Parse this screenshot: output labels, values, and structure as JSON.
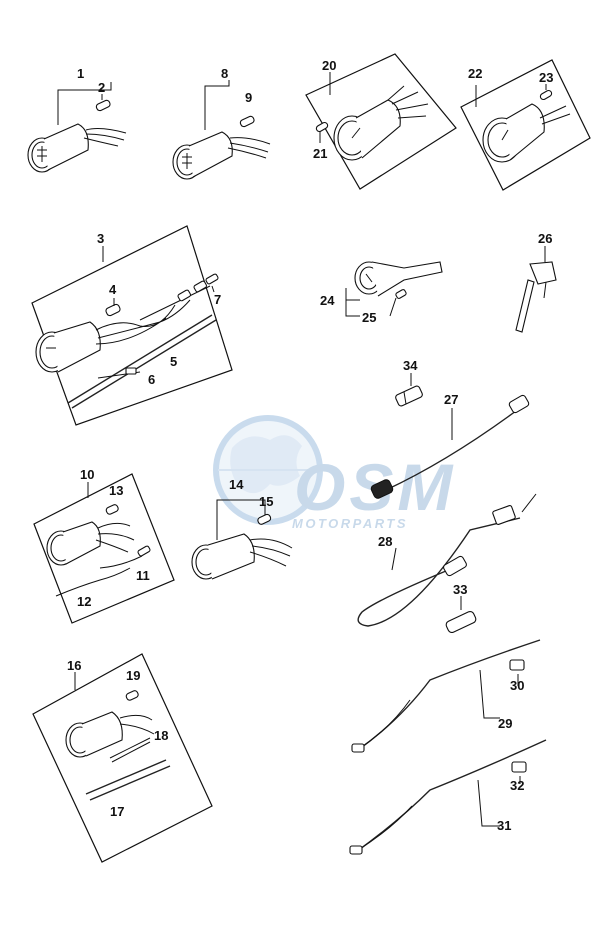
{
  "labels": {
    "p1": "1",
    "p2": "2",
    "p3": "3",
    "p4": "4",
    "p5": "5",
    "p6": "6",
    "p7": "7",
    "p8": "8",
    "p9": "9",
    "p10": "10",
    "p11": "11",
    "p12": "12",
    "p13": "13",
    "p14": "14",
    "p15": "15",
    "p16": "16",
    "p17": "17",
    "p18": "18",
    "p19": "19",
    "p20": "20",
    "p21": "21",
    "p22": "22",
    "p23": "23",
    "p24": "24",
    "p25": "25",
    "p26": "26",
    "p27": "27",
    "p28": "28",
    "p29": "29",
    "p30": "30",
    "p31": "31",
    "p32": "32",
    "p33": "33",
    "p34": "34"
  },
  "watermark": {
    "brand": "OSM",
    "subtitle": "MOTORPARTS",
    "color": "#8fb4d8"
  }
}
